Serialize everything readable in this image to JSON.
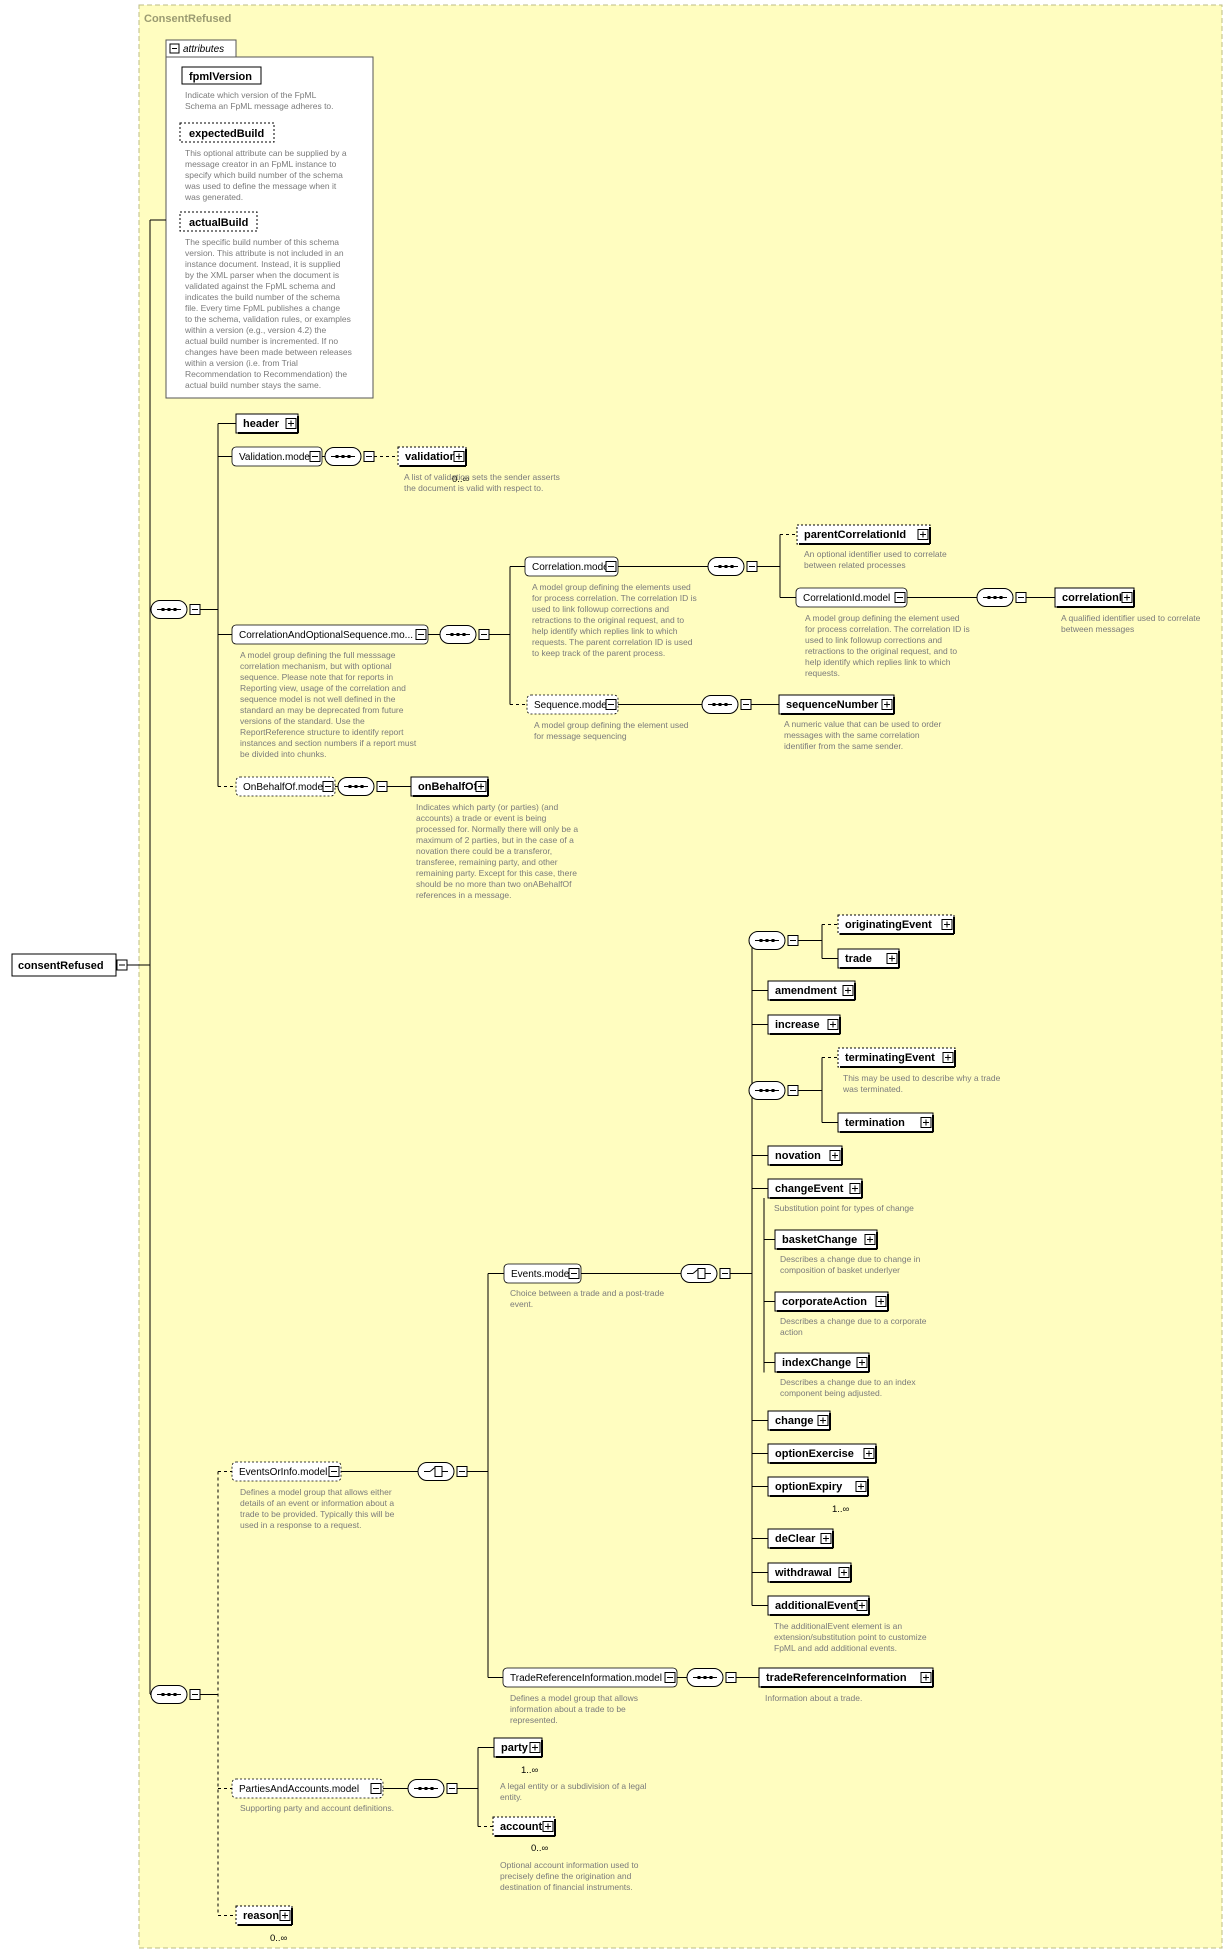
{
  "type_label": "ConsentRefused",
  "root": {
    "name": "consentRefused"
  },
  "attributes_panel": {
    "title": "attributes",
    "items": [
      {
        "name": "fpmlVersion",
        "optional": false,
        "doc": [
          "Indicate which version of the FpML",
          "Schema an FpML message adheres to."
        ]
      },
      {
        "name": "expectedBuild",
        "optional": true,
        "doc": [
          "This optional attribute can be supplied by a",
          "message creator in an FpML instance to",
          "specify which build number of the schema",
          "was used to define the message when it",
          "was generated."
        ]
      },
      {
        "name": "actualBuild",
        "optional": true,
        "doc": [
          "The specific build number of this schema",
          "version. This attribute is not included in an",
          "instance document. Instead, it is supplied",
          "by the XML parser when the document is",
          "validated against the FpML schema and",
          "indicates the build number of the schema",
          "file. Every time FpML publishes a change",
          "to the schema, validation rules, or examples",
          "within a version (e.g., version 4.2) the",
          "actual build number is incremented. If no",
          "changes have been made between releases",
          "within a version (i.e. from Trial",
          "Recommendation to Recommendation) the",
          "actual build number stays the same."
        ]
      }
    ]
  },
  "nodes": [
    {
      "id": "header",
      "name": "header",
      "kind": "element",
      "optional": false,
      "doc": []
    },
    {
      "id": "validation_model",
      "name": "Validation.model",
      "kind": "group",
      "optional": false,
      "doc": []
    },
    {
      "id": "validation",
      "name": "validation",
      "kind": "element",
      "optional": true,
      "card": "0..∞",
      "doc": [
        "A list of validation sets the sender asserts",
        "the document is valid with respect to."
      ]
    },
    {
      "id": "corr_opt_seq",
      "name": "CorrelationAndOptionalSequence.mo...",
      "kind": "group",
      "optional": false,
      "doc": [
        "A model group defining the full messsage",
        "correlation mechanism, but with optional",
        "sequence. Please note that for reports in",
        "Reporting view, usage of the correlation and",
        "sequence model is not well defined in the",
        "standard an may be deprecated from future",
        "versions of the standard. Use the",
        "ReportReference structure to identify report",
        "instances and section numbers if a report must",
        "be divided into chunks."
      ]
    },
    {
      "id": "correlation_model",
      "name": "Correlation.model",
      "kind": "group",
      "optional": false,
      "doc": [
        "A model group defining the elements used",
        "for process correlation. The correlation ID is",
        "used to link followup corrections and",
        "retractions to the original request, and to",
        "help identify which replies link to which",
        "requests. The parent correlation ID is used",
        "to keep track of the parent process."
      ]
    },
    {
      "id": "parent_corr_id",
      "name": "parentCorrelationId",
      "kind": "element",
      "optional": true,
      "doc": [
        "An optional identifier used to correlate",
        "between related processes"
      ]
    },
    {
      "id": "corr_id_model",
      "name": "CorrelationId.model",
      "kind": "group",
      "optional": false,
      "doc": [
        "A model group defining the element used",
        "for process correlation. The correlation ID is",
        "used to link followup corrections and",
        "retractions to the original request, and to",
        "help identify which replies link to which",
        "requests."
      ]
    },
    {
      "id": "correlation_id",
      "name": "correlationId",
      "kind": "element",
      "optional": false,
      "doc": [
        "A qualified identifier used to correlate",
        "between messages"
      ]
    },
    {
      "id": "sequence_model",
      "name": "Sequence.model",
      "kind": "group",
      "optional": true,
      "doc": [
        "A model group defining the element used",
        "for message sequencing"
      ]
    },
    {
      "id": "sequence_number",
      "name": "sequenceNumber",
      "kind": "element",
      "optional": false,
      "doc": [
        "A numeric value that can be used to order",
        "messages with the same correlation",
        "identifier from the same sender."
      ]
    },
    {
      "id": "on_behalf_model",
      "name": "OnBehalfOf.model",
      "kind": "group",
      "optional": true,
      "doc": []
    },
    {
      "id": "on_behalf_of",
      "name": "onBehalfOf",
      "kind": "element",
      "optional": false,
      "doc": [
        "Indicates which party (or parties) (and",
        "accounts) a trade or event is being",
        "processed for. Normally there will only be a",
        "maximum of 2 parties, but in the case of a",
        "novation there could be a transferor,",
        "transferee, remaining party, and other",
        "remaining party. Except for this case, there",
        "should be no more than two onABehalfOf",
        "references in a message."
      ]
    },
    {
      "id": "originating_event",
      "name": "originatingEvent",
      "kind": "element",
      "optional": true,
      "doc": []
    },
    {
      "id": "trade",
      "name": "trade",
      "kind": "element",
      "optional": false,
      "doc": []
    },
    {
      "id": "amendment",
      "name": "amendment",
      "kind": "element",
      "optional": false,
      "doc": []
    },
    {
      "id": "increase",
      "name": "increase",
      "kind": "element",
      "optional": false,
      "doc": []
    },
    {
      "id": "terminating_event",
      "name": "terminatingEvent",
      "kind": "element",
      "optional": true,
      "doc": [
        "This may be used to describe why a trade",
        "was terminated."
      ]
    },
    {
      "id": "termination",
      "name": "termination",
      "kind": "element",
      "optional": false,
      "doc": []
    },
    {
      "id": "novation",
      "name": "novation",
      "kind": "element",
      "optional": false,
      "doc": []
    },
    {
      "id": "change_event",
      "name": "changeEvent",
      "kind": "element",
      "optional": false,
      "doc": [
        "Substitution point for types of change"
      ]
    },
    {
      "id": "basket_change",
      "name": "basketChange",
      "kind": "element",
      "optional": false,
      "doc": [
        "Describes a change due to change in",
        "composition of basket underlyer"
      ]
    },
    {
      "id": "corporate_action",
      "name": "corporateAction",
      "kind": "element",
      "optional": false,
      "doc": [
        "Describes a change due to a corporate",
        "action"
      ]
    },
    {
      "id": "index_change",
      "name": "indexChange",
      "kind": "element",
      "optional": false,
      "doc": [
        "Describes a change due to an index",
        "component being adjusted."
      ]
    },
    {
      "id": "change",
      "name": "change",
      "kind": "element",
      "optional": false,
      "doc": []
    },
    {
      "id": "option_exercise",
      "name": "optionExercise",
      "kind": "element",
      "optional": false,
      "doc": []
    },
    {
      "id": "option_expiry",
      "name": "optionExpiry",
      "kind": "element",
      "optional": false,
      "card": "1..∞",
      "doc": []
    },
    {
      "id": "declear",
      "name": "deClear",
      "kind": "element",
      "optional": false,
      "doc": []
    },
    {
      "id": "withdrawal",
      "name": "withdrawal",
      "kind": "element",
      "optional": false,
      "doc": []
    },
    {
      "id": "additional_event",
      "name": "additionalEvent",
      "kind": "element",
      "optional": false,
      "doc": [
        "The additionalEvent element is an",
        "extension/substitution point to customize",
        "FpML and add additional events."
      ]
    },
    {
      "id": "events_model",
      "name": "Events.model",
      "kind": "group",
      "optional": false,
      "doc": [
        "Choice between a trade and a post-trade",
        "event."
      ]
    },
    {
      "id": "trade_ref_model",
      "name": "TradeReferenceInformation.model",
      "kind": "group",
      "optional": false,
      "doc": [
        "Defines a model group that allows",
        "information about a trade to be",
        "represented."
      ]
    },
    {
      "id": "trade_ref_info",
      "name": "tradeReferenceInformation",
      "kind": "element",
      "optional": false,
      "doc": [
        "Information about a trade."
      ]
    },
    {
      "id": "events_or_info",
      "name": "EventsOrInfo.model",
      "kind": "group",
      "optional": true,
      "doc": [
        "Defines a model group that allows either",
        "details of an event or information about a",
        "trade to be provided. Typically this will be",
        "used in a response to a request."
      ]
    },
    {
      "id": "parties_accounts",
      "name": "PartiesAndAccounts.model",
      "kind": "group",
      "optional": true,
      "doc": [
        "Supporting party and account definitions."
      ]
    },
    {
      "id": "party",
      "name": "party",
      "kind": "element",
      "optional": false,
      "card": "1..∞",
      "doc": [
        "A legal entity or a subdivision of a legal",
        "entity."
      ]
    },
    {
      "id": "account",
      "name": "account",
      "kind": "element",
      "optional": true,
      "card": "0..∞",
      "doc": [
        "Optional account information used to",
        "precisely define the origination and",
        "destination of financial instruments."
      ]
    },
    {
      "id": "reason",
      "name": "reason",
      "kind": "element",
      "optional": true,
      "card": "0..∞",
      "doc": []
    }
  ],
  "colors": {
    "canvas_bg": "#fffdc0",
    "canvas_border": "#bdbd85",
    "type_label": "#9b9b72",
    "line": "#000000",
    "doc_text": "#7b7b7b",
    "box_bg": "#ffffff"
  }
}
